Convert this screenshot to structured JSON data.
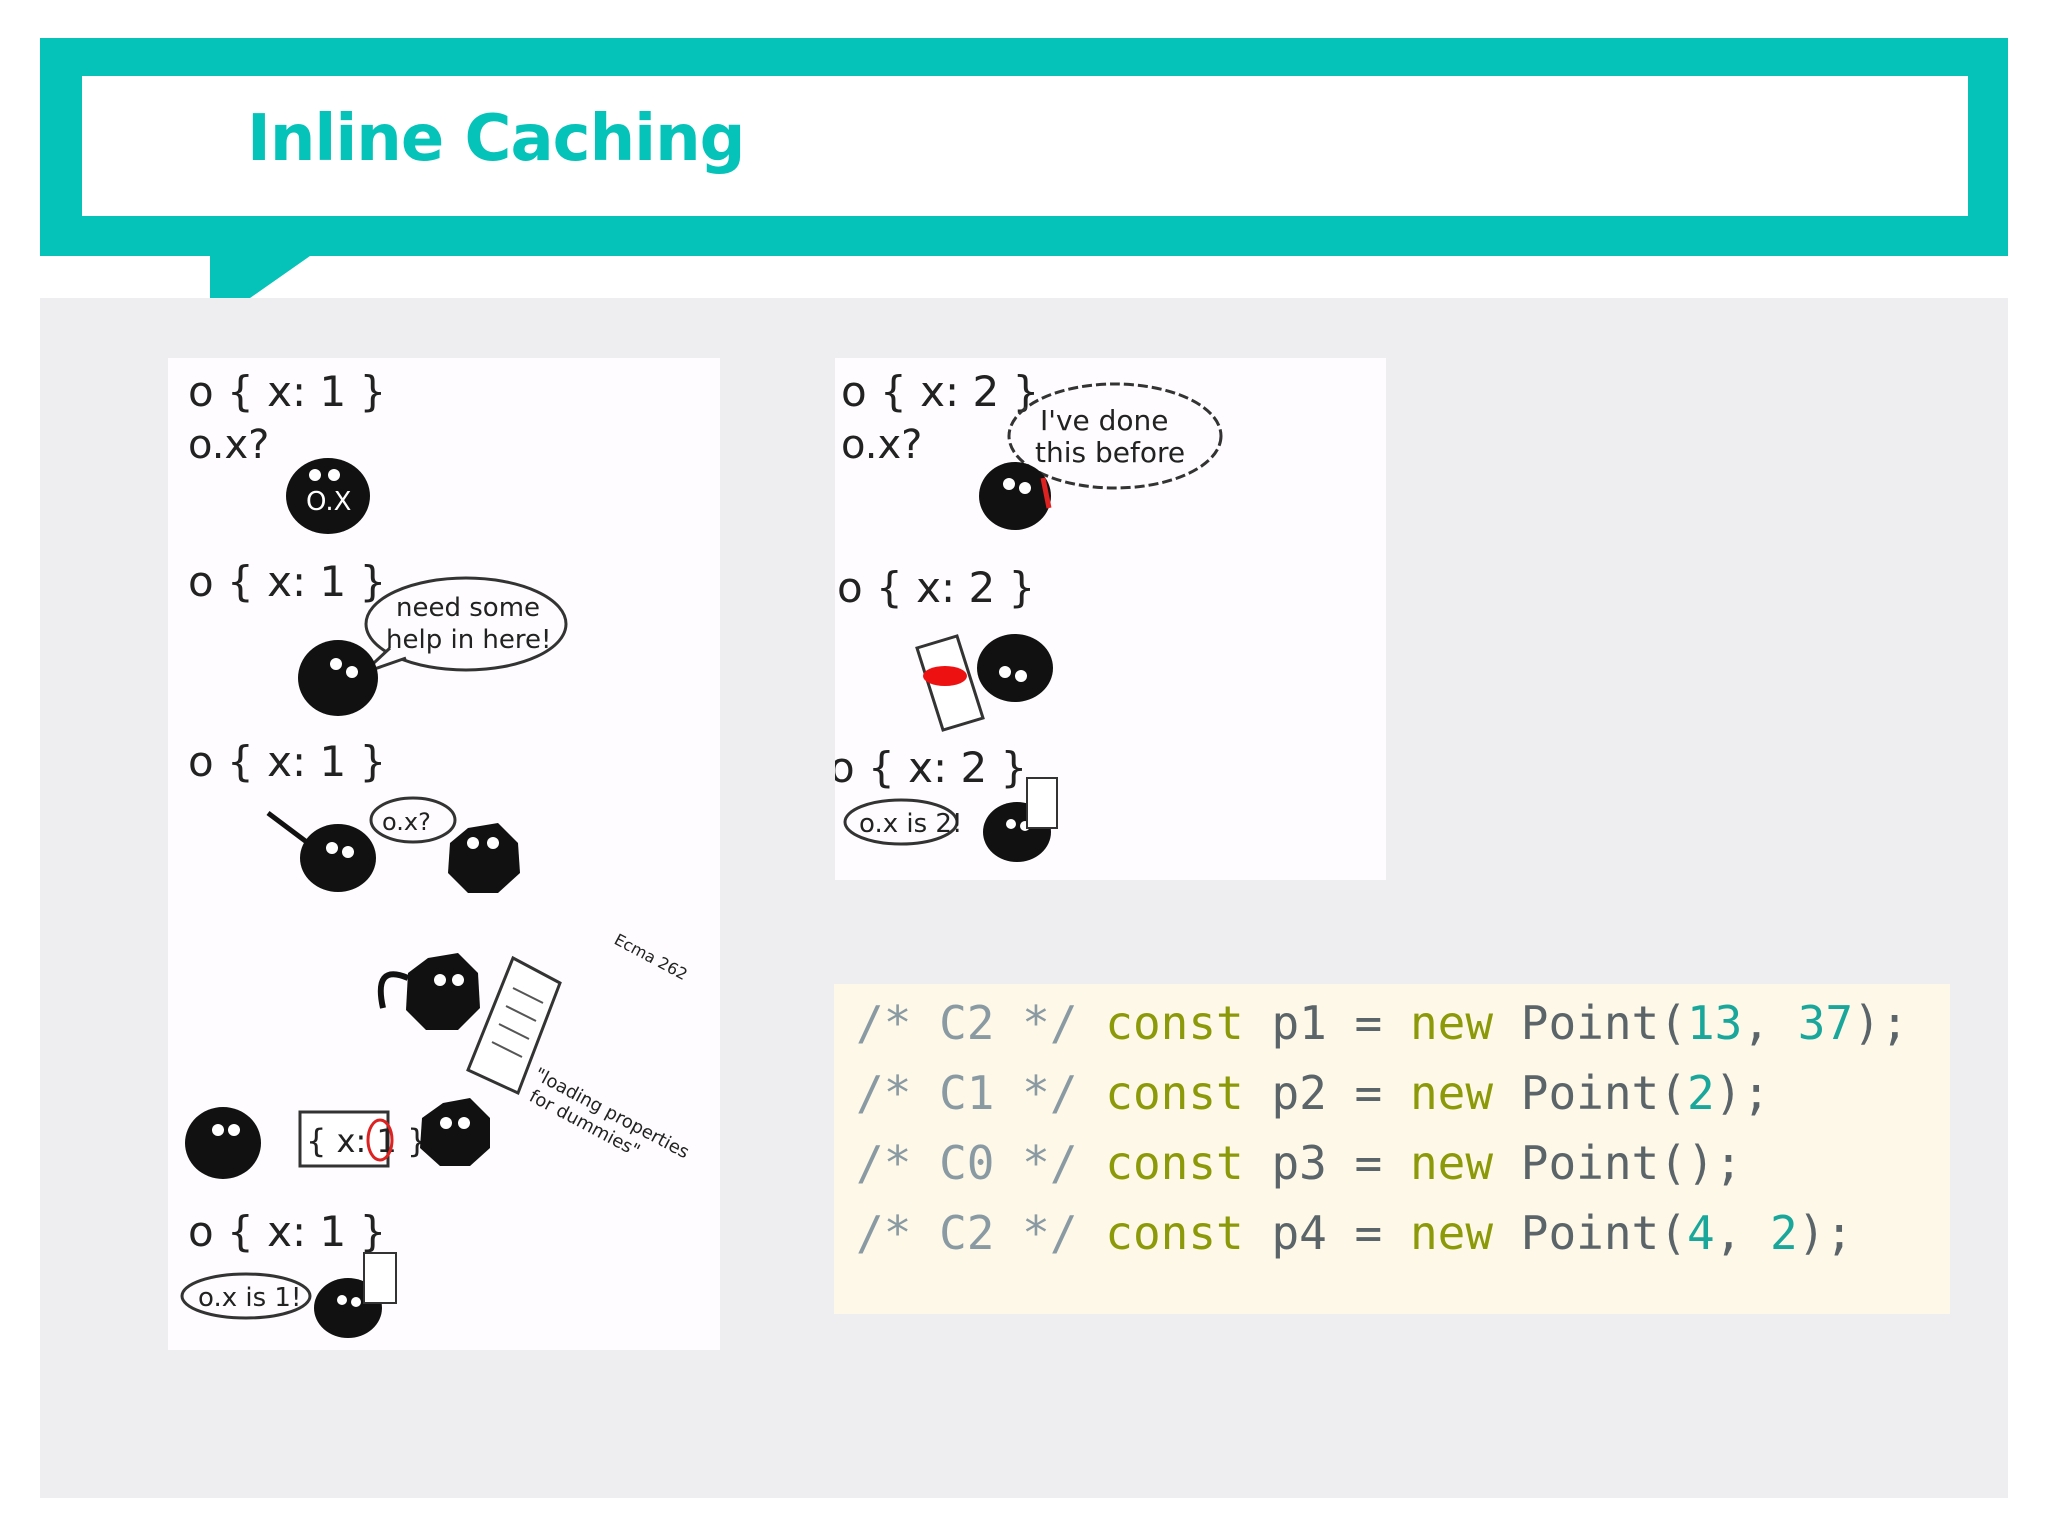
{
  "slide": {
    "title": "Inline Caching"
  },
  "comic_left": {
    "obj1": "o { x: 1 }",
    "q1": "o.x?",
    "blob1_label": "O.X",
    "obj2": "o { x: 1 }",
    "bubble2": [
      "need some",
      "help in here!"
    ],
    "obj3": "o { x: 1 }",
    "bubble3": "o.x?",
    "doc_label": "Ecma 262",
    "doc_caption": [
      "\"loading properties",
      "for dummies\""
    ],
    "card": "{ x: 1 }",
    "obj4": "o { x: 1 }",
    "bubble4": "o.x is 1!"
  },
  "comic_right": {
    "obj1": "o { x: 2 }",
    "q1": "o.x?",
    "cloud": [
      "I've done",
      "this before"
    ],
    "obj2": "o { x: 2 }",
    "obj3": "o { x: 2 }",
    "bubble3": "o.x is 2!"
  },
  "code": [
    {
      "comment": "/* C2 */",
      "kw": "const",
      "name": "p1",
      "eq": "=",
      "new": "new",
      "cls": "Point",
      "open": "(",
      "args": [
        "13",
        "37"
      ],
      "close": ");"
    },
    {
      "comment": "/* C1 */",
      "kw": "const",
      "name": "p2",
      "eq": "=",
      "new": "new",
      "cls": "Point",
      "open": "(",
      "args": [
        "2"
      ],
      "close": ");"
    },
    {
      "comment": "/* C0 */",
      "kw": "const",
      "name": "p3",
      "eq": "=",
      "new": "new",
      "cls": "Point",
      "open": "(",
      "args": [],
      "close": ");"
    },
    {
      "comment": "/* C2 */",
      "kw": "const",
      "name": "p4",
      "eq": "=",
      "new": "new",
      "cls": "Point",
      "open": "(",
      "args": [
        "4",
        "2"
      ],
      "close": ");"
    }
  ]
}
